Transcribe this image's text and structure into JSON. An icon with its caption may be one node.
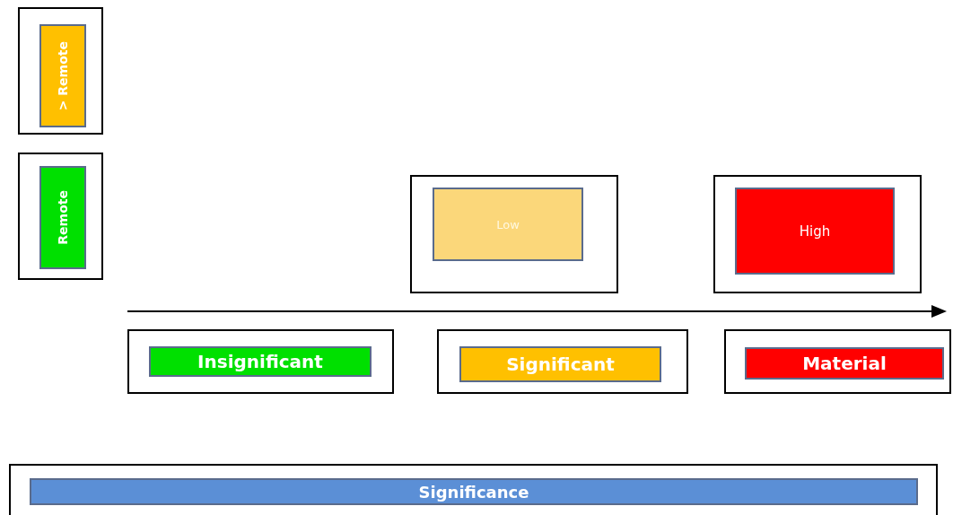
{
  "diagram": {
    "nodes": [
      {
        "text": [],
        "shape": "box"
      },
      {
        "text": [
          "> Remote"
        ],
        "in": 0
      },
      {
        "text": [],
        "shape": "box"
      },
      {
        "text": [
          "Remote"
        ],
        "in": 2
      },
      {
        "text": [],
        "shape": "box"
      },
      {
        "text": [
          "Low"
        ],
        "in": 4
      },
      {
        "text": [],
        "shape": "box"
      },
      {
        "text": [
          "High"
        ],
        "in": 6
      },
      {
        "text": [],
        "shape": "box"
      },
      {
        "text": [
          "Insignificant"
        ],
        "in": 8
      },
      {
        "text": [],
        "shape": "box"
      },
      {
        "text": [
          "Significant"
        ],
        "in": 10
      },
      {
        "text": [],
        "shape": "box"
      },
      {
        "text": [
          "Material"
        ],
        "in": 12
      },
      {
        "text": [],
        "shape": "box"
      },
      {
        "text": [
          "Significance"
        ],
        "in": 14
      }
    ]
  }
}
